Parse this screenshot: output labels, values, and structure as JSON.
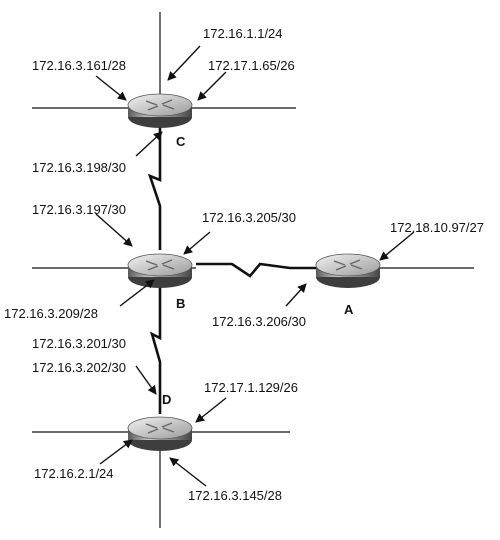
{
  "routers": {
    "a": {
      "name": "A"
    },
    "b": {
      "name": "B"
    },
    "c": {
      "name": "C"
    },
    "d": {
      "name": "D"
    }
  },
  "interfaces": {
    "c_top": "172.16.1.1/24",
    "c_left": "172.16.3.161/28",
    "c_right": "172.17.1.65/26",
    "c_serial": "172.16.3.198/30",
    "b_serial_up": "172.16.3.197/30",
    "b_serial_right": "172.16.3.205/30",
    "a_serial": "172.16.3.206/30",
    "a_lan": "172.18.10.97/27",
    "b_lan": "172.16.3.209/28",
    "b_serial_down": "172.16.3.201/30",
    "d_serial": "172.16.3.202/30",
    "d_right": "172.17.1.129/26",
    "d_left": "172.16.2.1/24",
    "d_bottom": "172.16.3.145/28"
  }
}
